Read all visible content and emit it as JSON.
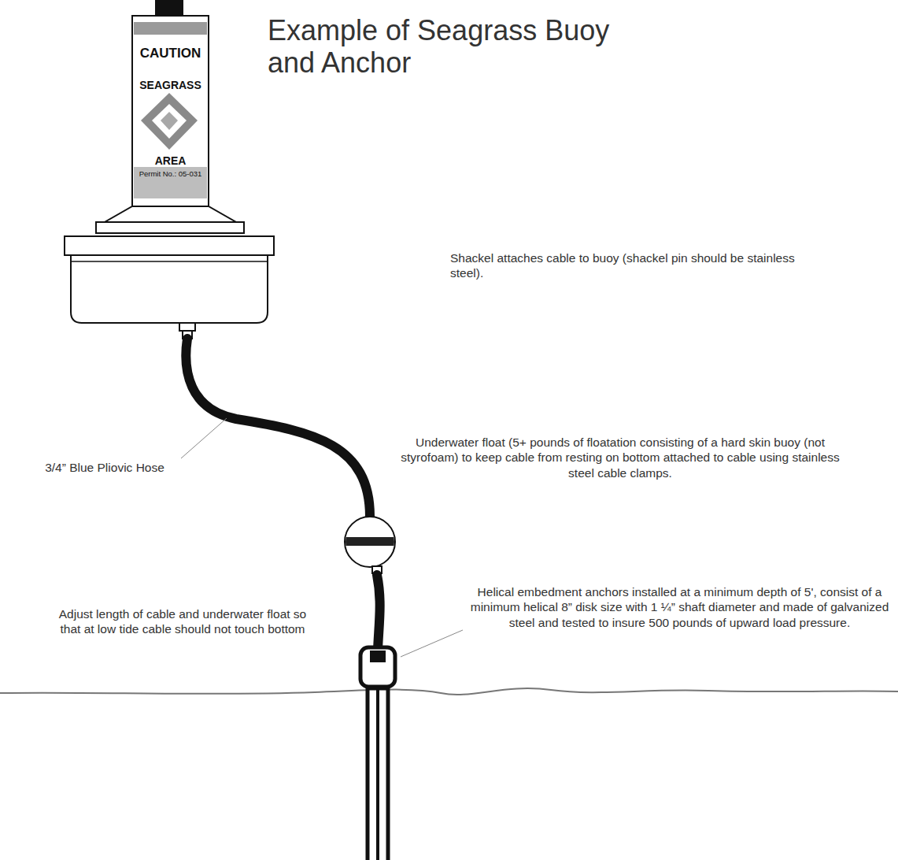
{
  "diagram": {
    "title": "Example of Seagrass Buoy and Anchor",
    "nodes": [
      {
        "text": [
          "CAUTION",
          "SEAGRASS",
          "AREA",
          "Permit No.: 05-031"
        ]
      }
    ],
    "labels": [
      "Shackel attaches cable to buoy (shackel pin should be stainless steel).",
      "3/4” Blue Pliovic Hose",
      "Underwater float (5+ pounds of floatation consisting of a hard skin buoy (not styrofoam) to keep cable from resting on bottom attached to cable using stainless steel cable clamps.",
      "Helical embedment anchors installed at a minimum depth of 5', consist of a minimum helical 8” disk size with 1 ¼” shaft diameter and made of galvanized steel and tested to insure 500 pounds of upward load pressure.",
      "Adjust length of cable and underwater float so that at low tide cable should not touch bottom"
    ]
  }
}
